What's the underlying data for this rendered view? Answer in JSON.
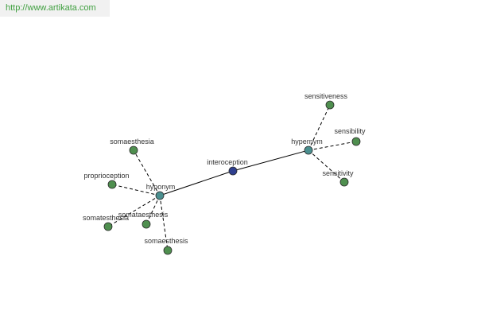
{
  "header": {
    "url": "http://www.artikata.com"
  },
  "graph": {
    "nodes": {
      "center": {
        "label": "interoception",
        "color": "#2f3f8f"
      },
      "hypernym": {
        "label": "hypernym",
        "color": "#4a8f8f"
      },
      "hyponym": {
        "label": "hyponym",
        "color": "#4a8f8f"
      },
      "sensitiveness": {
        "label": "sensitiveness",
        "color": "#4f8f4f"
      },
      "sensibility": {
        "label": "sensibility",
        "color": "#4f8f4f"
      },
      "sensitivity": {
        "label": "sensitivity",
        "color": "#4f8f4f"
      },
      "somaesthesia": {
        "label": "somaesthesia",
        "color": "#4f8f4f"
      },
      "proprioception": {
        "label": "proprioception",
        "color": "#4f8f4f"
      },
      "somatesthesia": {
        "label": "somatesthesia",
        "color": "#4f8f4f"
      },
      "somataesthesis": {
        "label": "somataesthesis",
        "color": "#4f8f4f"
      },
      "somaesthesis": {
        "label": "somaesthesis",
        "color": "#4f8f4f"
      }
    }
  }
}
